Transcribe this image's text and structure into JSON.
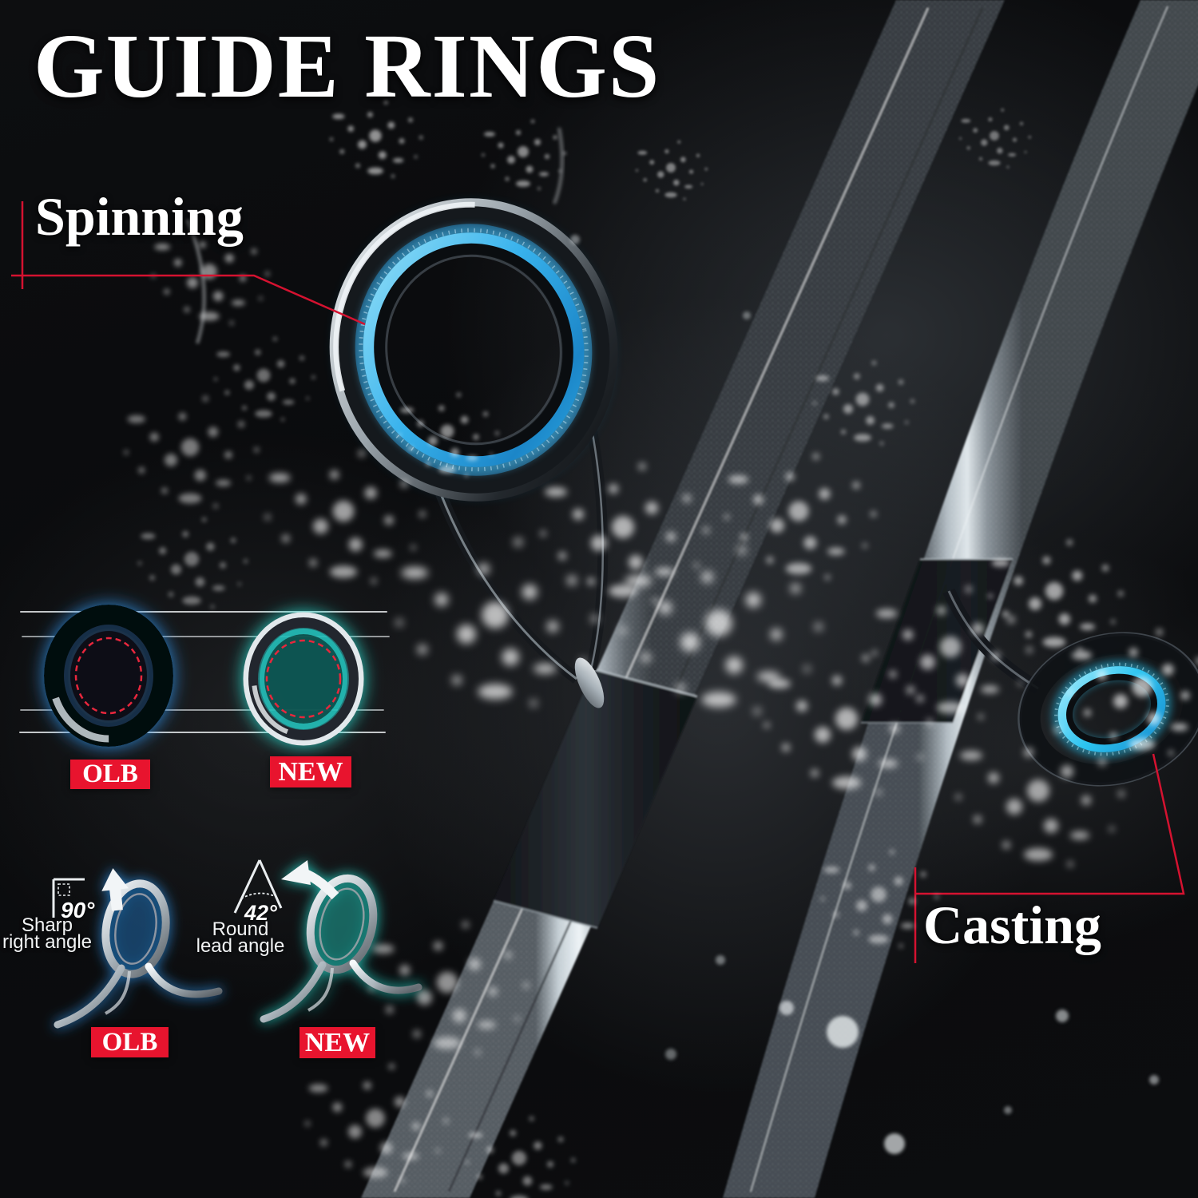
{
  "title": "GUIDE RINGS",
  "labels": {
    "spinning": "Spinning",
    "casting": "Casting"
  },
  "ring_comparison": {
    "old": {
      "badge": "OLB"
    },
    "new": {
      "badge": "NEW"
    }
  },
  "angle_comparison": {
    "old": {
      "badge": "OLB",
      "angle": "90°",
      "caption_line1": "Sharp",
      "caption_line2": "right angle"
    },
    "new": {
      "badge": "NEW",
      "angle": "42°",
      "caption_line1": "Round",
      "caption_line2": "lead angle"
    }
  },
  "icons": {
    "up_arrow": "↑",
    "curved_arrow": "↖",
    "right_angle_icon": "∟",
    "lead_angle_icon": "∧"
  },
  "colors": {
    "badge_red": "#e8142e",
    "leader_line_red": "#d51230",
    "spinning_ring_blue": "#3ab5ec",
    "casting_ring_cyan": "#27c6f2",
    "old_glow_blue": "#1d7fd0",
    "new_glow_teal": "#2adfd2",
    "rod_silver": "#c8d2d8",
    "background": "#0b0c0e"
  }
}
